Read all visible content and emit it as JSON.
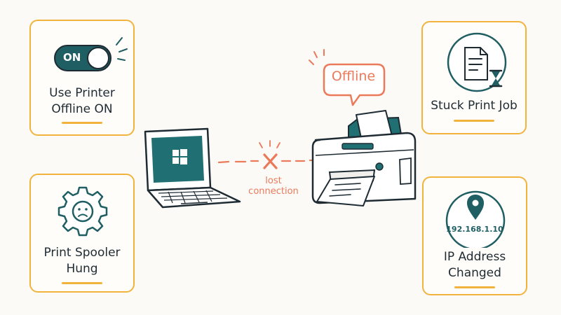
{
  "cards": {
    "offline_mode": {
      "label_line1": "Use Printer",
      "label_line2": "Offline ON",
      "toggle_text": "ON"
    },
    "spooler": {
      "label_line1": "Print Spooler",
      "label_line2": "Hung"
    },
    "stuck_job": {
      "label": "Stuck Print Job"
    },
    "ip_changed": {
      "label_line1": "IP Address",
      "label_line2": "Changed",
      "ip": "192.168.1.10"
    }
  },
  "center": {
    "status_bubble": "Offline",
    "connection_line1": "lost",
    "connection_line2": "connection"
  },
  "colors": {
    "accent_orange": "#ea7a5a",
    "card_border": "#f2b33d",
    "teal": "#1f5e63",
    "ink": "#1f2b33"
  },
  "icons": [
    "toggle-switch-icon",
    "gear-sad-face-icon",
    "document-hourglass-icon",
    "location-pin-icon",
    "windows-logo-icon",
    "laptop-icon",
    "printer-icon",
    "x-mark-icon"
  ]
}
